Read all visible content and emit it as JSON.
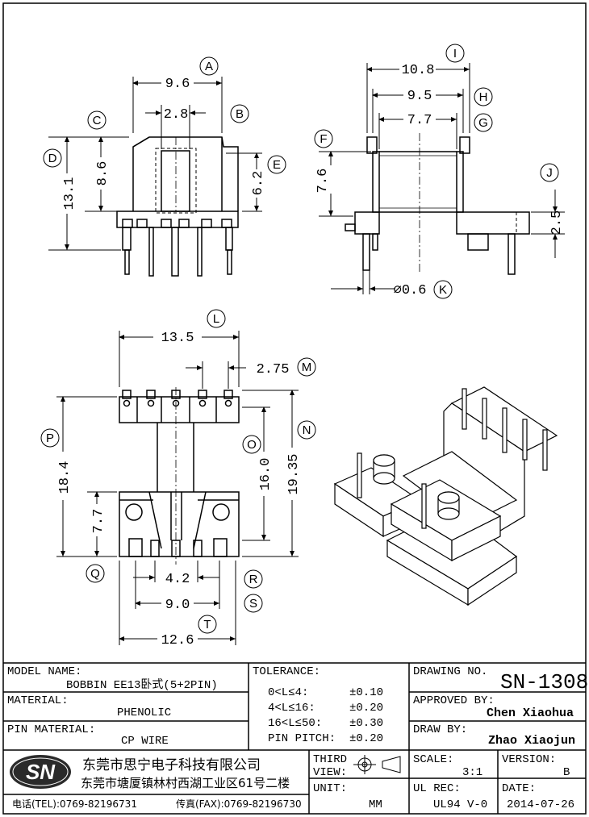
{
  "top_left": {
    "dims": {
      "A_val": "9.6",
      "B_val": "2.8",
      "C_val": "13.1",
      "D_val": "8.6",
      "E_val": "6.2"
    },
    "labels": {
      "A": "A",
      "B": "B",
      "C": "C",
      "D": "D",
      "E": "E"
    }
  },
  "top_right": {
    "dims": {
      "I_val": "10.8",
      "H_val": "9.5",
      "G_val": "7.7",
      "F_val": "7.6",
      "J_val": "2.5",
      "K_val": "⌀0.6"
    },
    "labels": {
      "I": "I",
      "H": "H",
      "G": "G",
      "F": "F",
      "J": "J",
      "K": "K"
    }
  },
  "bottom_left": {
    "dims": {
      "L_val": "13.5",
      "M_val": "2.75",
      "P_val": "18.4",
      "N_val": "19.35",
      "O_val": "16.0",
      "Q_val": "7.7",
      "R_val": "4.2",
      "S_val": "9.0",
      "T_val": "12.6"
    },
    "labels": {
      "L": "L",
      "M": "M",
      "P": "P",
      "N": "N",
      "O": "O",
      "Q": "Q",
      "R": "R",
      "S": "S",
      "T": "T"
    }
  },
  "title_block": {
    "model_name_label": "MODEL NAME:",
    "model_name": "BOBBIN EE13卧式(5+2PIN)",
    "material_label": "MATERIAL:",
    "material": "PHENOLIC",
    "pin_material_label": "PIN MATERIAL:",
    "pin_material": "CP WIRE",
    "tolerance_label": "TOLERANCE:",
    "tolerances": [
      {
        "range": "0<L≤4:",
        "value": "±0.10"
      },
      {
        "range": "4<L≤16:",
        "value": "±0.20"
      },
      {
        "range": "16<L≤50:",
        "value": "±0.30"
      },
      {
        "range": "PIN PITCH:",
        "value": "±0.20"
      }
    ],
    "drawing_no_label": "DRAWING NO.",
    "drawing_no": "SN-1308",
    "approved_label": "APPROVED BY:",
    "approved_by": "Chen Xiaohua",
    "draw_label": "DRAW BY:",
    "draw_by": "Zhao Xiaojun",
    "third_view_label_1": "THIRD",
    "third_view_label_2": "VIEW:",
    "unit_label": "UNIT:",
    "unit": "MM",
    "scale_label": "SCALE:",
    "scale": "3:1",
    "version_label": "VERSION:",
    "version": "B",
    "ul_label": "UL REC:",
    "ul": "UL94 V-0",
    "date_label": "DATE:",
    "date": "2014-07-26",
    "logo_text": "SN",
    "company": "东莞市思宁电子科技有限公司",
    "address": "东莞市塘厦镇林村西湖工业区61号二楼",
    "tel": "电话(TEL):0769-82196731",
    "fax": "传真(FAX):0769-82196730"
  }
}
